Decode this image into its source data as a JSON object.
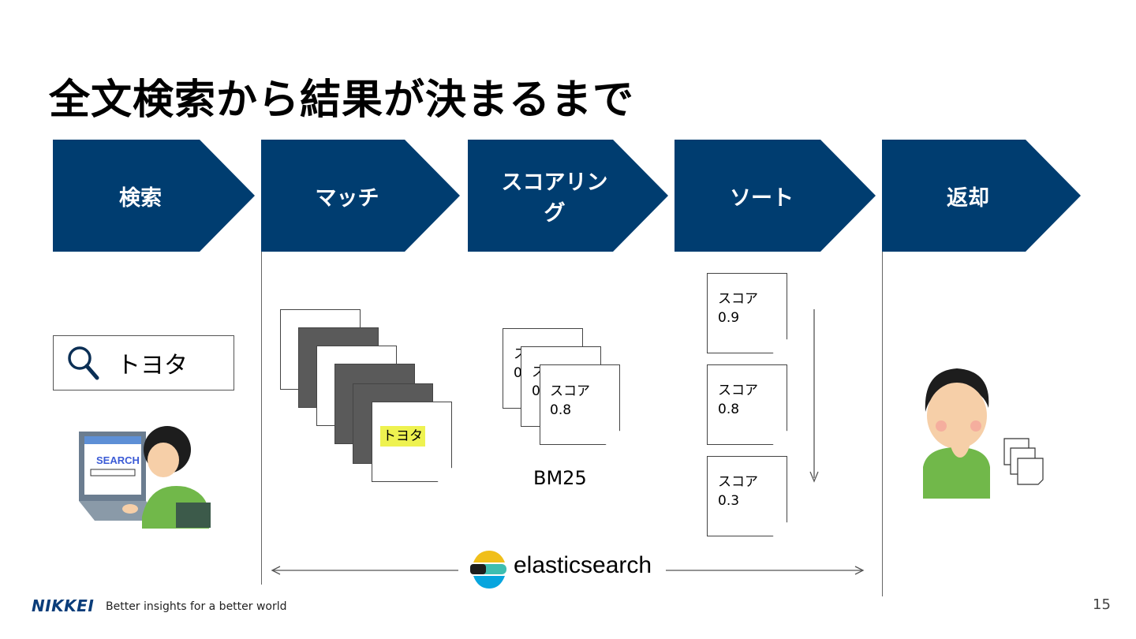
{
  "title": "全文検索から結果が決まるまで",
  "steps": [
    "検索",
    "マッチ",
    "スコアリング",
    "ソート",
    "返却"
  ],
  "search": {
    "query": "トヨタ",
    "illustration_text": "SEARCH"
  },
  "match": {
    "highlight": "トヨタ"
  },
  "scoring": {
    "doc_back1_label": "ス",
    "doc_back1_value": "0",
    "doc_back2_label": "ス",
    "doc_back2_value": "0",
    "doc_label": "スコア",
    "doc_value": "0.8",
    "algorithm": "BM25"
  },
  "sort": {
    "docs": [
      {
        "label": "スコア",
        "value": "0.9"
      },
      {
        "label": "スコア",
        "value": "0.8"
      },
      {
        "label": "スコア",
        "value": "0.3"
      }
    ]
  },
  "engine": "elasticsearch",
  "footer": {
    "brand": "NIKKEI",
    "tagline": "Better insights for a better world",
    "page": "15"
  },
  "colors": {
    "chevron": "#003d70",
    "highlight": "#eef250",
    "brand": "#0a3d7a"
  }
}
